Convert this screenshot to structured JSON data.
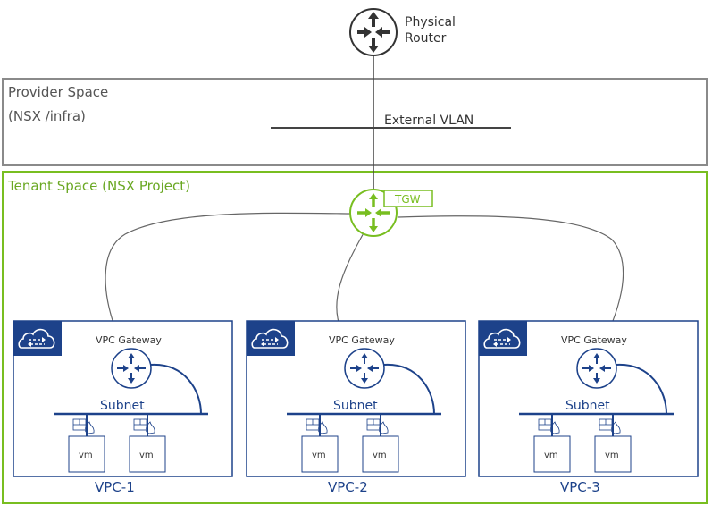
{
  "diagram": {
    "physical_router": {
      "label_line1": "Physical",
      "label_line2": "Router",
      "icon": "router-icon"
    },
    "provider_space": {
      "title_line1": "Provider Space",
      "title_line2": "(NSX /infra)",
      "border_color": "#8a8a8a"
    },
    "external_vlan": {
      "label": "External VLAN"
    },
    "tenant_space": {
      "title": "Tenant Space (NSX Project)",
      "border_color": "#78be20"
    },
    "tgw": {
      "label": "TGW",
      "color": "#78be20",
      "icon": "router-icon"
    },
    "vpcs": [
      {
        "name": "VPC-1",
        "gateway_label": "VPC Gateway",
        "subnet_label": "Subnet",
        "vms": [
          "vm",
          "vm"
        ]
      },
      {
        "name": "VPC-2",
        "gateway_label": "VPC Gateway",
        "subnet_label": "Subnet",
        "vms": [
          "vm",
          "vm"
        ]
      },
      {
        "name": "VPC-3",
        "gateway_label": "VPC Gateway",
        "subnet_label": "Subnet",
        "vms": [
          "vm",
          "vm"
        ]
      }
    ],
    "colors": {
      "vpc_blue": "#1d428a",
      "line_gray": "#555555",
      "text_dark": "#333333"
    }
  }
}
